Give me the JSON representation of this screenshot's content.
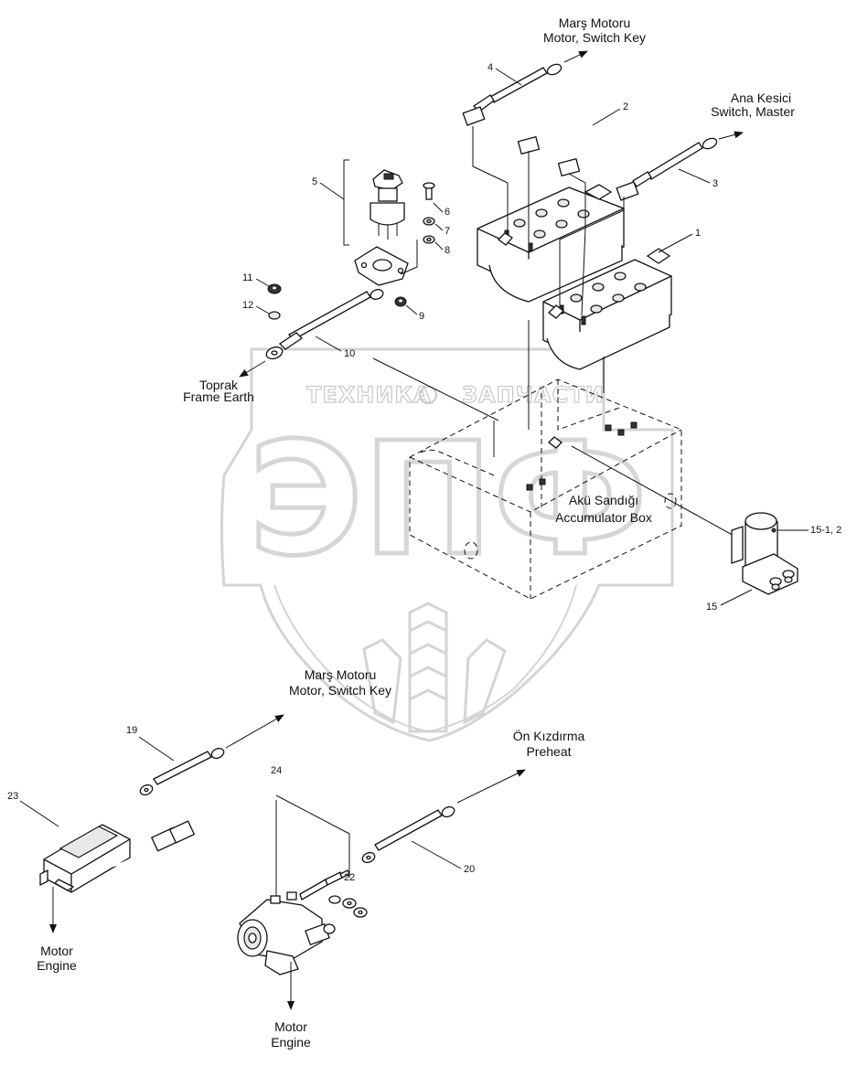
{
  "watermark": {
    "top_left": "ТЕХНИКА",
    "top_right": "ЗАПЧАСТИ",
    "big": "ЭПФ"
  },
  "labels": {
    "starter_motor_top_tr": "Marş Motoru",
    "starter_motor_top_en": "Motor, Switch Key",
    "master_switch_tr": "Ana Kesici",
    "master_switch_en": "Switch, Master",
    "ground_tr": "Toprak",
    "ground_en": "Frame Earth",
    "battery_box_tr": "Akü Sandığı",
    "battery_box_en": "Accumulator Box",
    "starter_motor_mid_tr": "Marş Motoru",
    "starter_motor_mid_en": "Motor, Switch Key",
    "preheat_tr": "Ön Kızdırma",
    "preheat_en": "Preheat",
    "engine_left_tr": "Motor",
    "engine_left_en": "Engine",
    "engine_bottom_tr": "Motor",
    "engine_bottom_en": "Engine"
  },
  "callouts": {
    "c1": "1",
    "c2": "2",
    "c3": "3",
    "c4": "4",
    "c5": "5",
    "c6": "6",
    "c7": "7",
    "c8": "8",
    "c9": "9",
    "c10": "10",
    "c11": "11",
    "c12": "12",
    "c15a": "15-1, 2",
    "c15": "15",
    "c19": "19",
    "c20": "20",
    "c22": "22",
    "c23": "23",
    "c24": "24"
  }
}
